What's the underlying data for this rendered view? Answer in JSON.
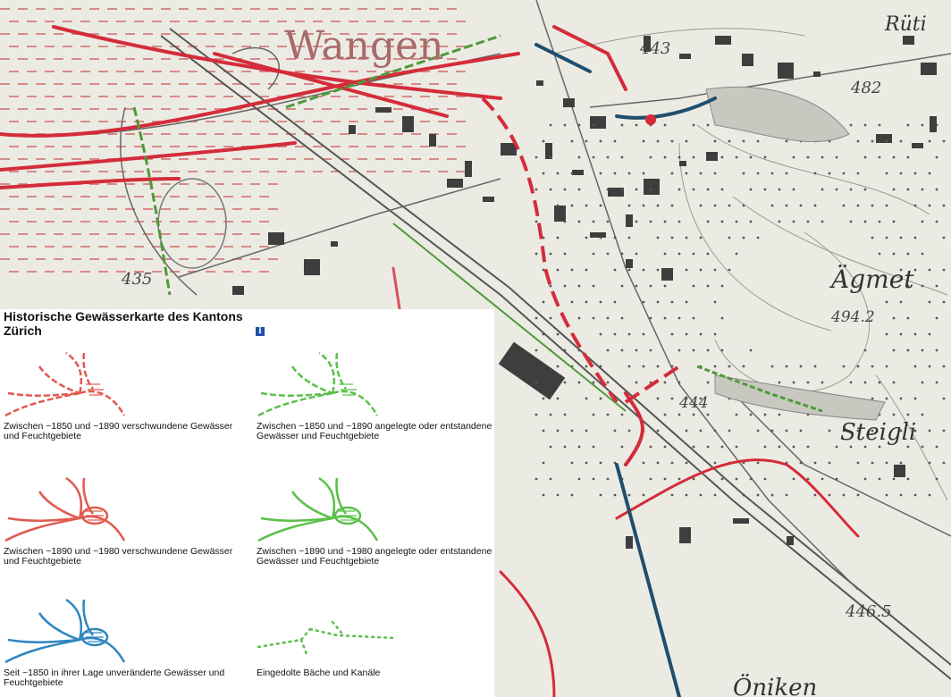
{
  "map": {
    "labels": {
      "town_wangen": "Wangen",
      "place_rueti": "Rüti",
      "place_aegmet": "Ägmet",
      "place_steigli": "Steigli",
      "place_oeniken": "Öniken",
      "elev_443": "443",
      "elev_482": "482",
      "elev_435": "435",
      "elev_494_2": "494.2",
      "elev_444": "444",
      "elev_446_5": "446.5"
    },
    "colors": {
      "paper": "#ecebe3",
      "lost_water": "#d42c3a",
      "new_water": "#4e9a3a",
      "unchanged_water": "#1f4e6e",
      "ink": "#3a3a3a"
    }
  },
  "legend": {
    "title": "Historische Gewässerkarte des Kantons Zürich",
    "info_icon": "info-icon",
    "items": [
      {
        "id": "lost-1850-1890",
        "caption": "Zwischen ~1850 und ~1890 verschwundene Gewässer und Feuchtgebiete",
        "color": "#e05a50",
        "style": "dashed"
      },
      {
        "id": "new-1850-1890",
        "caption": "Zwischen ~1850 und ~1890 angelegte oder entstandene Gewässer und Feuchtgebiete",
        "color": "#5bc04a",
        "style": "dashed"
      },
      {
        "id": "lost-1890-1980",
        "caption": "Zwischen ~1890 und ~1980 verschwundene Gewässer und Feuchtgebiete",
        "color": "#e05a50",
        "style": "solid"
      },
      {
        "id": "new-1890-1980",
        "caption": "Zwischen ~1890 und ~1980 angelegte oder entstandene Gewässer und Feuchtgebiete",
        "color": "#5bc04a",
        "style": "solid"
      },
      {
        "id": "unchanged",
        "caption": "Seit ~1850 in ihrer Lage unveränderte Gewässer und Feuchtgebiete",
        "color": "#2f86c0",
        "style": "solid"
      },
      {
        "id": "piped",
        "caption": "Eingedolte Bäche und Kanäle",
        "color": "#5bc04a",
        "style": "dotted"
      }
    ]
  }
}
